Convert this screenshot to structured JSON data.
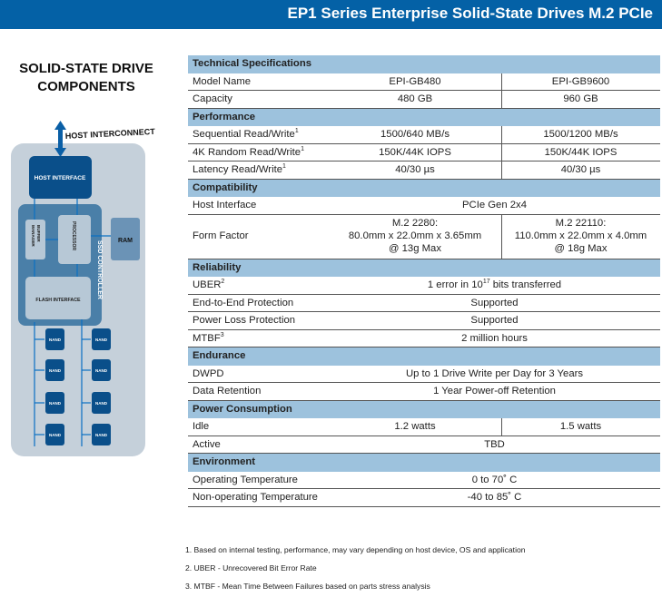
{
  "header": {
    "title": "EP1 Series Enterprise Solid-State Drives M.2 PCIe"
  },
  "sidebar": {
    "title_line1": "SOLID-STATE DRIVE",
    "title_line2": "COMPONENTS",
    "diagram": {
      "host_interconnect": "HOST INTERCONNECT",
      "host_interface": "HOST INTERFACE",
      "buffer_manager_1": "BUFFER",
      "buffer_manager_2": "MANAGER",
      "processor": "PROCESSOR",
      "ram": "RAM",
      "ssd_controller": "SSD CONTROLLER",
      "flash_interface": "FLASH INTERFACE",
      "nand": "NAND"
    }
  },
  "colors": {
    "banner": "#0461a6",
    "section": "#9dc2dd",
    "dark_block": "#0a4f8a",
    "controller": "#4a7fa8",
    "panel": "#c5d0da"
  },
  "table": {
    "sections": [
      {
        "title": "Technical Specifications",
        "rows": [
          {
            "label": "Model Name",
            "values": [
              "EPI-GB480",
              "EPI-GB9600"
            ]
          },
          {
            "label": "Capacity",
            "values": [
              "480 GB",
              "960 GB"
            ]
          }
        ]
      },
      {
        "title": "Performance",
        "rows": [
          {
            "label": "Sequential Read/Write",
            "sup": "1",
            "values": [
              "1500/640 MB/s",
              "1500/1200 MB/s"
            ]
          },
          {
            "label": "4K Random Read/Write",
            "sup": "1",
            "values": [
              "150K/44K IOPS",
              "150K/44K IOPS"
            ]
          },
          {
            "label": "Latency Read/Write",
            "sup": "1",
            "values": [
              "40/30 µs",
              "40/30 µs"
            ]
          }
        ]
      },
      {
        "title": "Compatibility",
        "rows": [
          {
            "label": "Host Interface",
            "span": "PCIe Gen 2x4"
          },
          {
            "label": "Form Factor",
            "tall": true,
            "values": [
              [
                "M.2 2280:",
                "80.0mm x 22.0mm x 3.65mm",
                "@ 13g Max"
              ],
              [
                "M.2 22110:",
                "110.0mm x 22.0mm x 4.0mm",
                "@ 18g Max"
              ]
            ]
          }
        ]
      },
      {
        "title": "Reliability",
        "rows": [
          {
            "label": "UBER",
            "sup": "2",
            "span_parts": [
              "1 error in 10",
              "17",
              " bits transferred"
            ]
          },
          {
            "label": "End-to-End Protection",
            "span": "Supported"
          },
          {
            "label": "Power Loss Protection",
            "span": "Supported"
          },
          {
            "label": "MTBF",
            "sup": "3",
            "span": "2 million hours"
          }
        ]
      },
      {
        "title": "Endurance",
        "rows": [
          {
            "label": "DWPD",
            "span": "Up to 1 Drive Write per Day for 3 Years"
          },
          {
            "label": "Data Retention",
            "span": "1 Year Power-off Retention"
          }
        ]
      },
      {
        "title": "Power Consumption",
        "rows": [
          {
            "label": "Idle",
            "values": [
              "1.2 watts",
              "1.5 watts"
            ]
          },
          {
            "label": "Active",
            "span": "TBD"
          }
        ]
      },
      {
        "title": "Environment",
        "rows": [
          {
            "label": "Operating Temperature",
            "span": "0 to 70˚ C"
          },
          {
            "label": "Non-operating Temperature",
            "span": "-40 to 85˚ C"
          }
        ]
      }
    ]
  },
  "footnotes": [
    "1. Based on internal testing, performance, may vary depending on host device, OS and application",
    "2. UBER - Unrecovered Bit Error Rate",
    "3. MTBF - Mean Time Between Failures based on parts stress analysis"
  ]
}
